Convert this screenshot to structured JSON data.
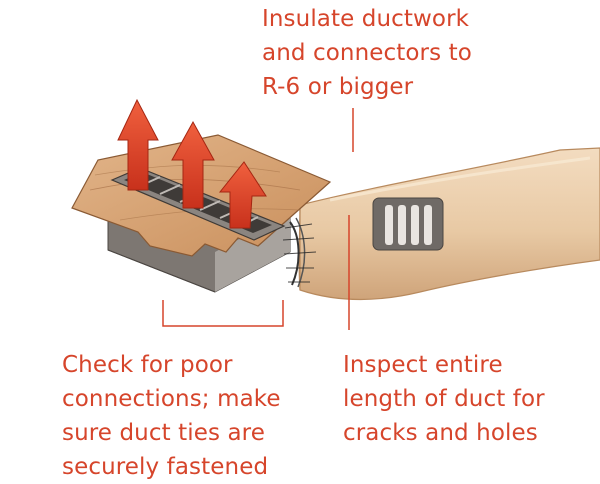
{
  "callouts": {
    "insulate": [
      "Insulate ductwork",
      "and connectors to",
      "R-6 or bigger"
    ],
    "connections": [
      "Check for poor",
      "connections; make",
      "sure duct ties are",
      "securely fastened"
    ],
    "inspect": [
      "Inspect entire",
      "length of duct for",
      "cracks and holes"
    ]
  },
  "colors": {
    "callout_text": "#d6452b",
    "leader_line": "#d6452b",
    "arrow_fill": "#e0442a",
    "wood_floor": "#d9a77a",
    "duct": "#e8c9a4",
    "register_grille": "#555555"
  }
}
